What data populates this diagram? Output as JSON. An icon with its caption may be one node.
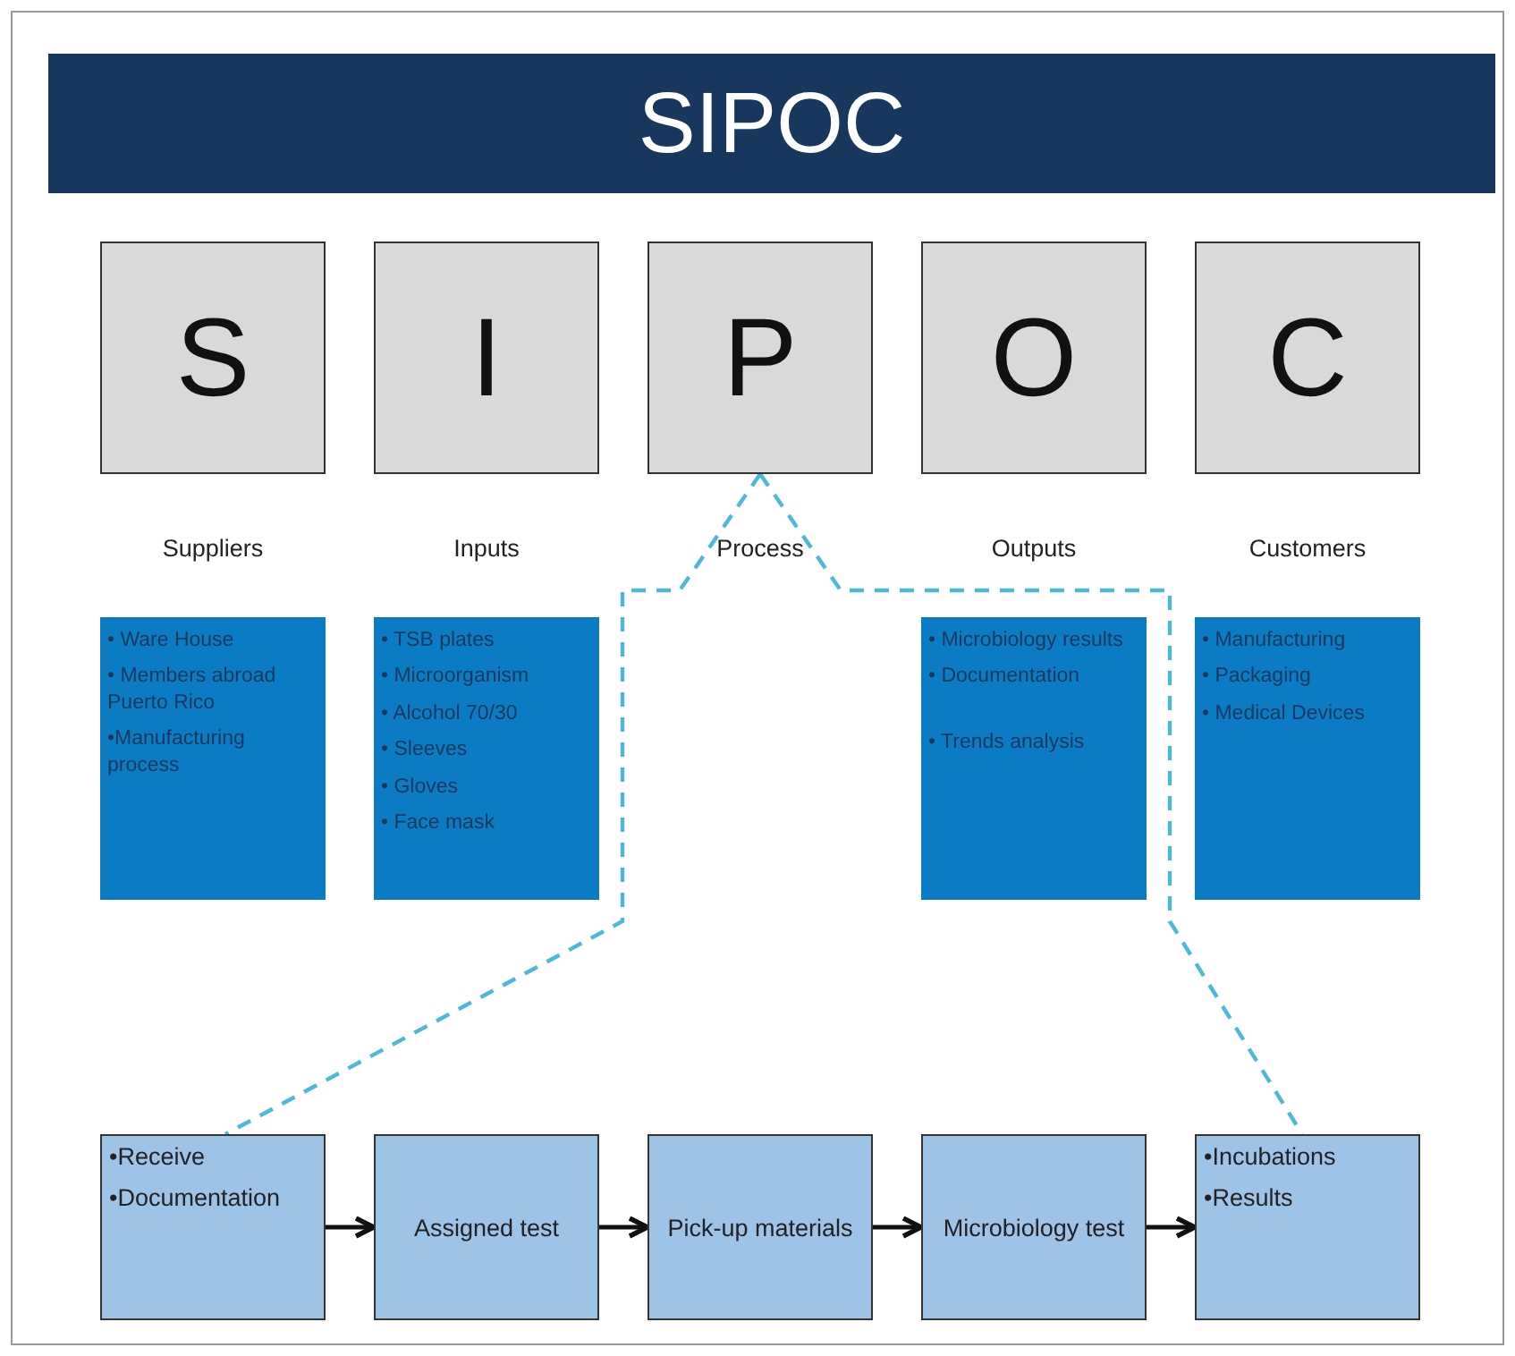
{
  "diagram": {
    "title": "SIPOC",
    "nodes": [
      {
        "text": [
          "S"
        ],
        "beside": [
          "Suppliers"
        ]
      },
      {
        "text": [
          "I"
        ],
        "beside": [
          "Inputs"
        ]
      },
      {
        "text": [
          "P"
        ],
        "beside": [
          "Process"
        ]
      },
      {
        "text": [
          "O"
        ],
        "beside": [
          "Outputs"
        ]
      },
      {
        "text": [
          "C"
        ],
        "beside": [
          "Customers"
        ]
      },
      {
        "text": [
          "• Ware House",
          "• Members abroad Puerto Rico",
          "•Manufacturing process"
        ]
      },
      {
        "text": [
          "• TSB plates",
          "• Microorganism",
          "• Alcohol 70/30",
          "• Sleeves",
          "• Gloves",
          "• Face mask"
        ]
      },
      {
        "text": [
          "• Microbiology results",
          "• Documentation",
          "• Trends analysis"
        ]
      },
      {
        "text": [
          "• Manufacturing",
          "• Packaging",
          "• Medical Devices"
        ]
      },
      {
        "text": [
          "•Receive",
          "•Documentation"
        ]
      },
      {
        "text": [
          "Assigned test"
        ]
      },
      {
        "text": [
          "Pick-up materials"
        ]
      },
      {
        "text": [
          "Microbiology test"
        ]
      },
      {
        "text": [
          "•Incubations",
          "•Results"
        ]
      }
    ],
    "edges": [
      {
        "from": 2,
        "to": 9,
        "arrow": "none",
        "style": "dashed",
        "color": "#4db8d8"
      },
      {
        "from": 2,
        "to": 13,
        "arrow": "none",
        "style": "dashed",
        "color": "#4db8d8"
      },
      {
        "from": 9,
        "to": 10,
        "arrow": "to"
      },
      {
        "from": 10,
        "to": 11,
        "arrow": "to"
      },
      {
        "from": 11,
        "to": 12,
        "arrow": "to"
      },
      {
        "from": 12,
        "to": 13,
        "arrow": "to"
      }
    ]
  }
}
